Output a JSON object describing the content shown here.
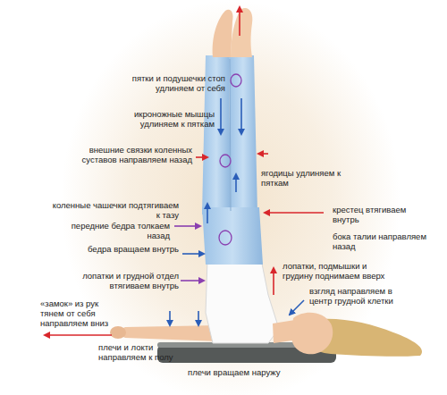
{
  "diagram": {
    "labels": [
      "пятки и подушечки стоп удлиняем от себя",
      "икроножные мышцы удлиняем к пяткам",
      "внешние связки коленных суставов направляем назад",
      "коленные чашечки подтягиваем к тазу",
      "ягодицы удлиняем к пяткам",
      "передние бедра толкаем назад",
      "крестец втягиваем внутрь",
      "бедра вращаем внутрь",
      "бока талии направляем назад",
      "лопатки, подмышки и грудину поднимаем вверх",
      "лопатки и грудной отдел втягиваем внутрь",
      "взгляд направляем в центр грудной клетки",
      "«замок» из рук тянем от себя направляем вниз",
      "плечи и локти направляем к полу",
      "плечи вращаем наружу"
    ]
  }
}
